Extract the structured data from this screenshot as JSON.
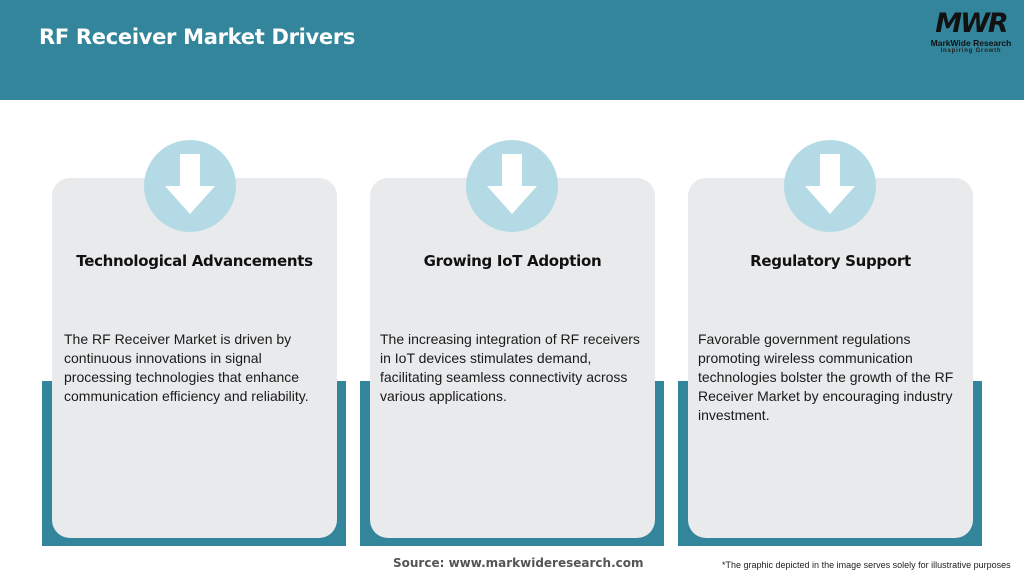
{
  "header": {
    "title": "RF Receiver Market Drivers",
    "background_color": "#33859c",
    "logo": {
      "mark": "MWR",
      "name": "MarkWide Research",
      "tagline": "Inspiring Growth"
    }
  },
  "cards": [
    {
      "icon": "arrow-down-icon",
      "title": "Technological Advancements",
      "text": "The RF Receiver Market is driven by continuous innovations in signal processing technologies that enhance communication efficiency and reliability."
    },
    {
      "icon": "arrow-down-icon",
      "title": "Growing IoT Adoption",
      "text": "The increasing integration of RF receivers in IoT devices stimulates demand, facilitating seamless connectivity across various applications."
    },
    {
      "icon": "arrow-down-icon",
      "title": "Regulatory Support",
      "text": "Favorable government regulations promoting wireless communication technologies bolster the growth of the RF Receiver Market by encouraging industry investment."
    }
  ],
  "colors": {
    "accent": "#33859c",
    "card_bg": "#e8eaec",
    "icon_circle": "#b4dbe5"
  },
  "footer": {
    "source": "Source: www.markwideresearch.com",
    "disclaimer": "*The graphic depicted in the image serves solely for illustrative purposes"
  }
}
